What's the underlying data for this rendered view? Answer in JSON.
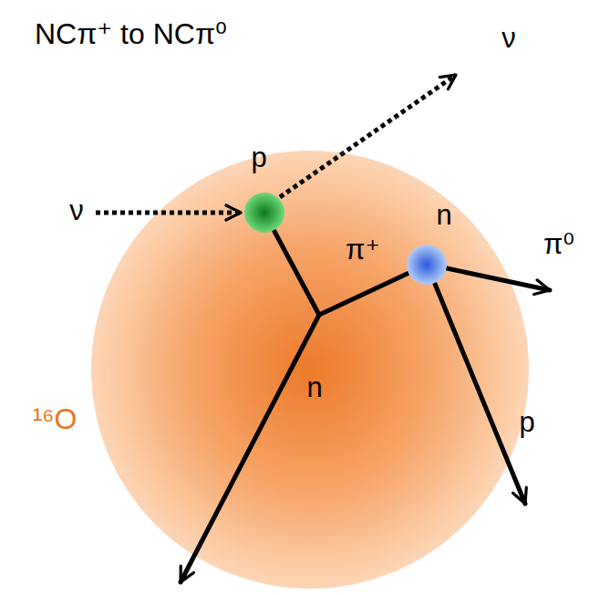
{
  "diagram": {
    "title": "NCπ⁺ to NCπ⁰",
    "nodes": [
      {
        "text": [
          "p"
        ]
      },
      {
        "text": [
          "n"
        ]
      }
    ],
    "edges": [
      {
        "from": 0,
        "to": 1,
        "arrow": "none",
        "label": "π⁺"
      }
    ],
    "labels": [
      "ν",
      "ν",
      "n",
      "π⁰",
      "p",
      "¹⁶O"
    ]
  }
}
